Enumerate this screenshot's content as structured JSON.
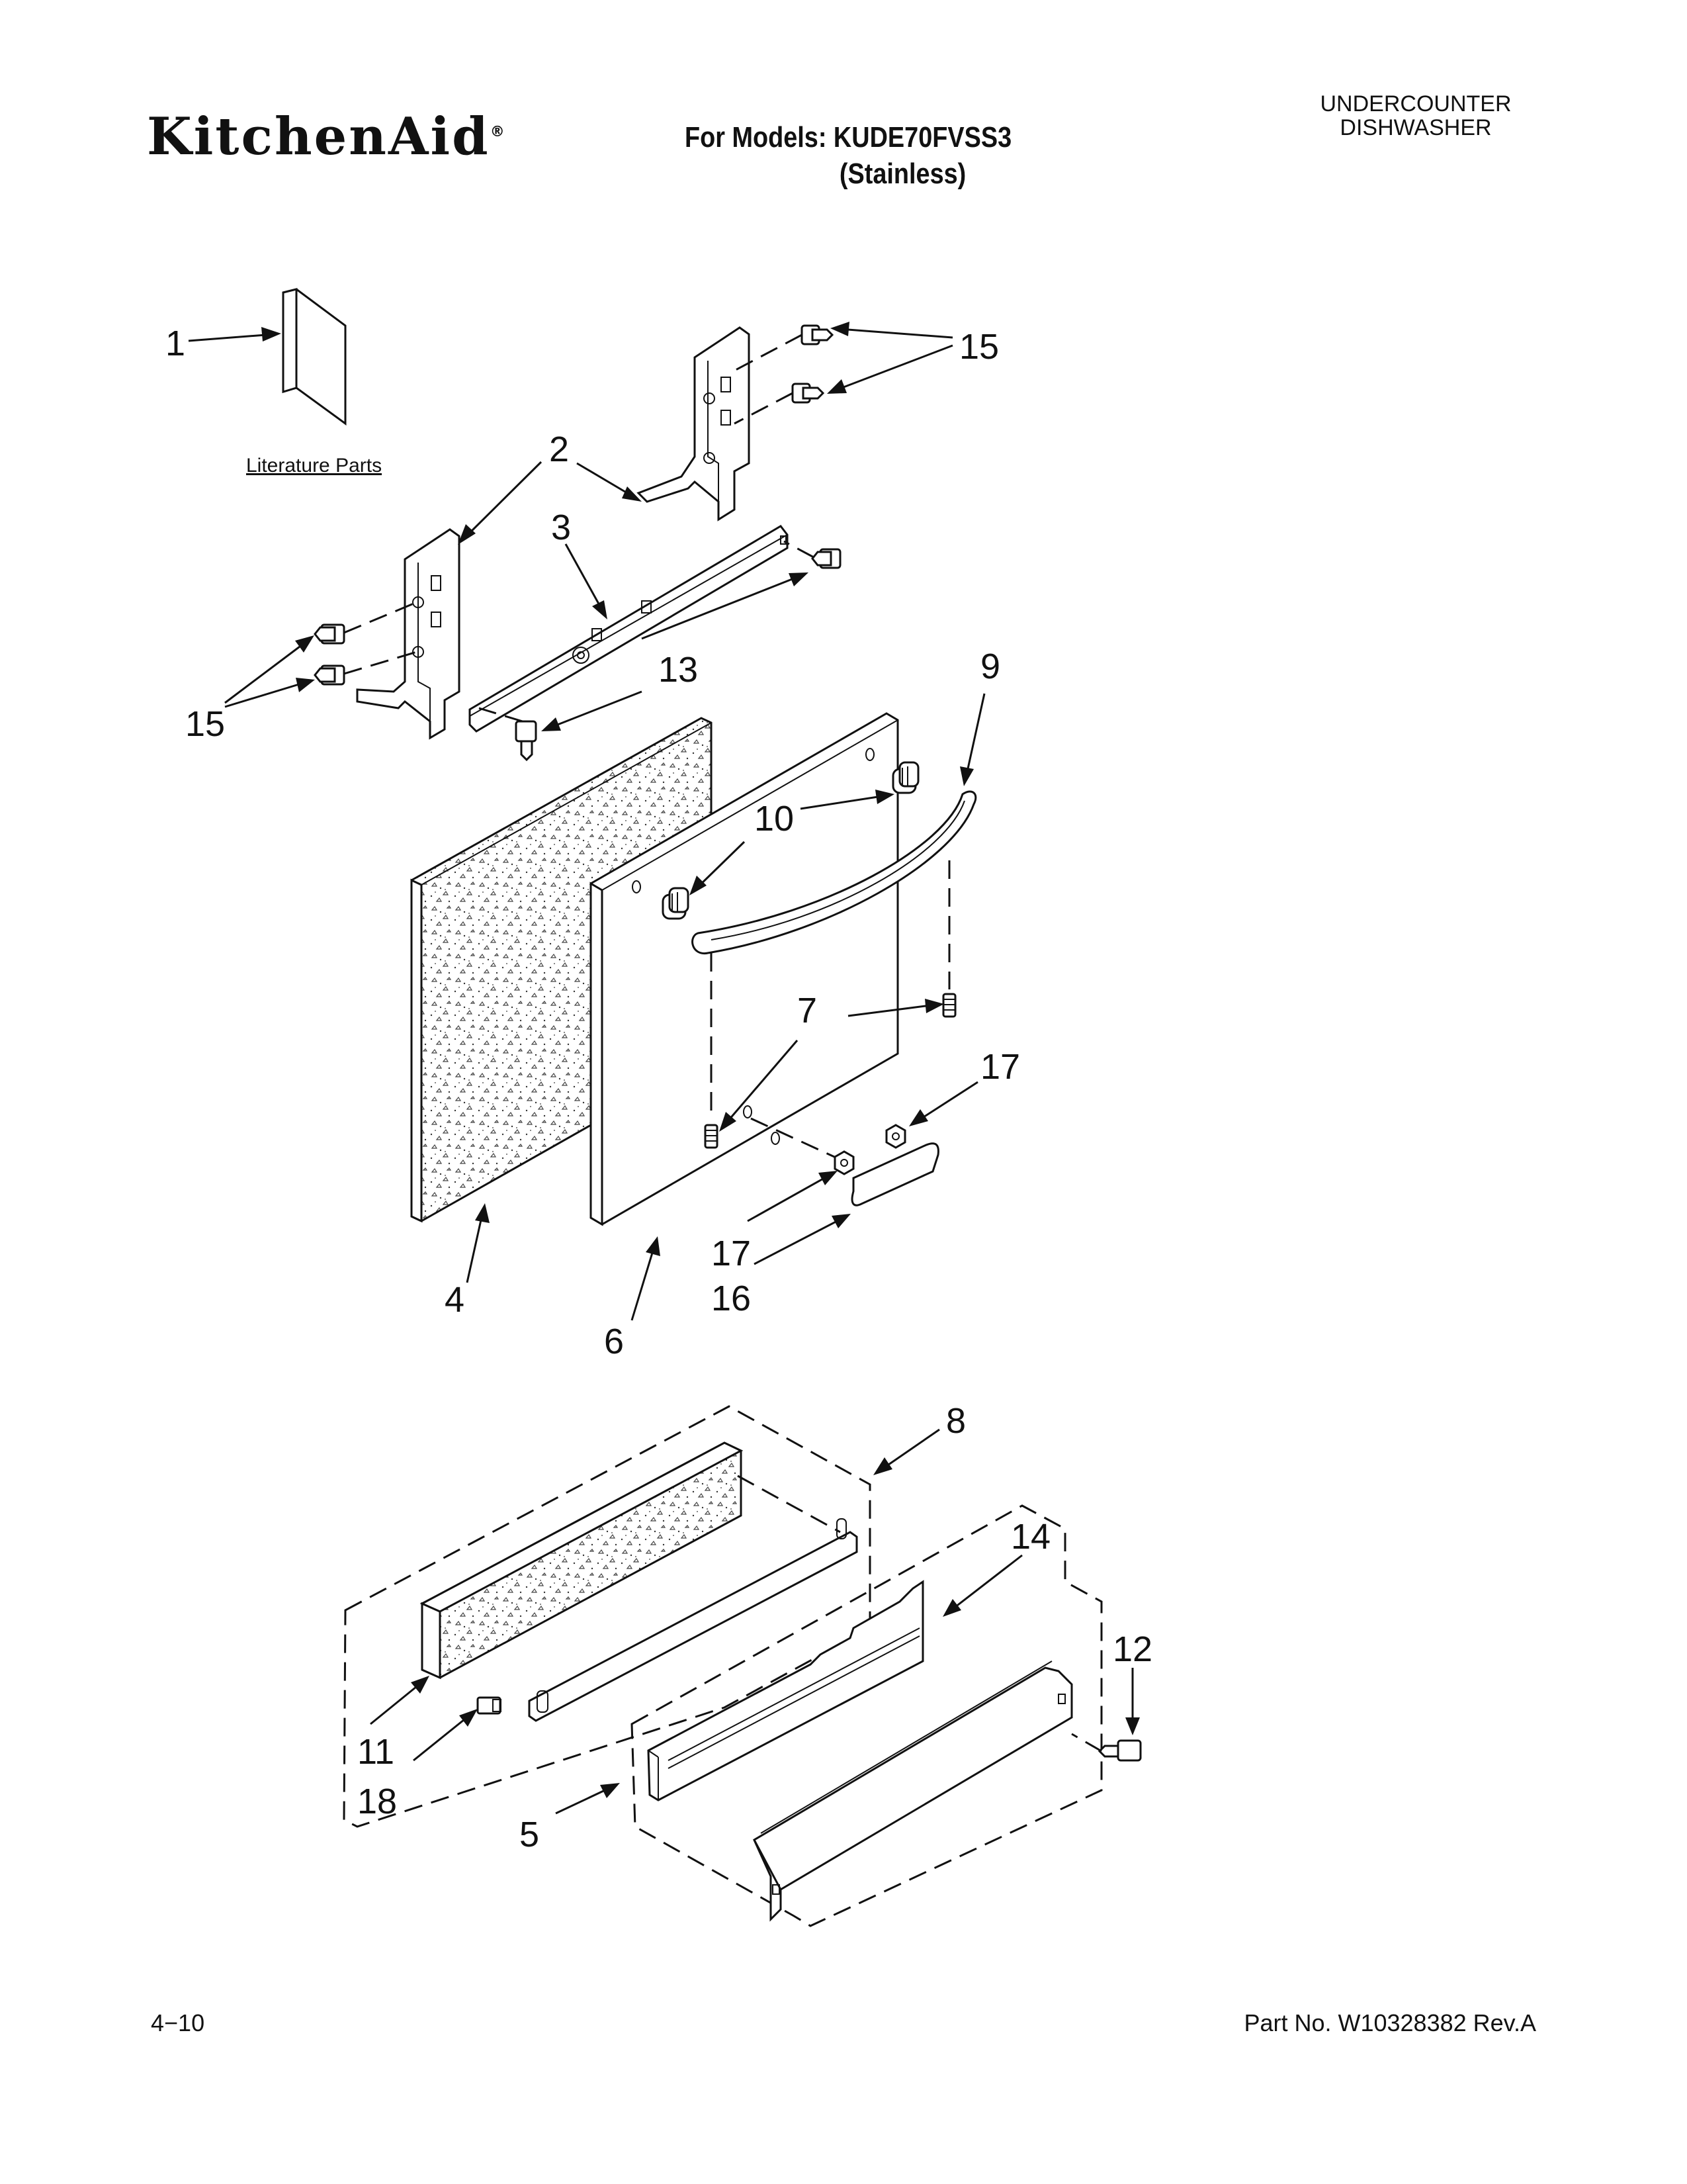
{
  "header": {
    "brand": "KitchenAid",
    "brand_mark": "®",
    "models_line": "For Models: KUDE70FVSS3",
    "models_sub": "(Stainless)",
    "product_type": [
      "UNDERCOUNTER",
      "DISHWASHER"
    ]
  },
  "diagram": {
    "literature_label": "Literature Parts",
    "callouts": [
      "1",
      "2",
      "3",
      "4",
      "5",
      "6",
      "7",
      "8",
      "9",
      "10",
      "11",
      "12",
      "13",
      "14",
      "15",
      "15",
      "16",
      "17",
      "17",
      "18"
    ]
  },
  "footer": {
    "page": "4−10",
    "part_no": "Part No. W10328382 Rev.A"
  }
}
